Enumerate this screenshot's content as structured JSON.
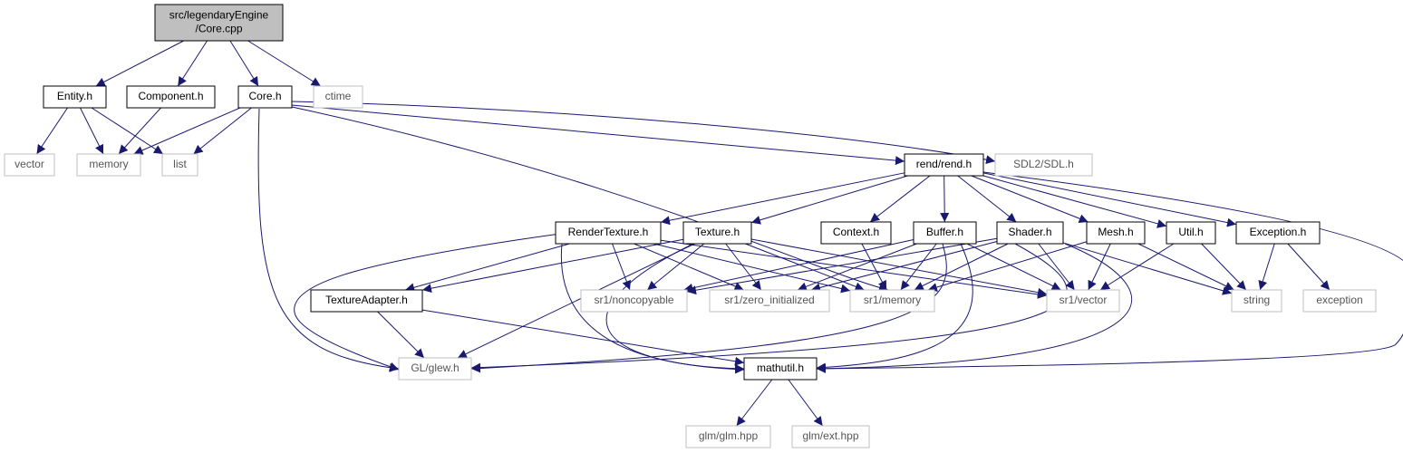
{
  "colors": {
    "edge": "#191970",
    "box_border_project": "#000000",
    "box_border_external": "#bfbfbf",
    "box_fill_root": "#bfbfbf",
    "box_fill": "#ffffff",
    "label_project": "#000000",
    "label_external": "#555555"
  },
  "nodes": [
    {
      "id": "core_cpp",
      "label": [
        "src/legendaryEngine",
        "/Core.cpp"
      ],
      "kind": "root"
    },
    {
      "id": "entity_h",
      "label": [
        "Entity.h"
      ],
      "kind": "project"
    },
    {
      "id": "component_h",
      "label": [
        "Component.h"
      ],
      "kind": "project"
    },
    {
      "id": "core_h",
      "label": [
        "Core.h"
      ],
      "kind": "project"
    },
    {
      "id": "ctime",
      "label": [
        "ctime"
      ],
      "kind": "external"
    },
    {
      "id": "vector",
      "label": [
        "vector"
      ],
      "kind": "external"
    },
    {
      "id": "memory",
      "label": [
        "memory"
      ],
      "kind": "external"
    },
    {
      "id": "list",
      "label": [
        "list"
      ],
      "kind": "external"
    },
    {
      "id": "rend_h",
      "label": [
        "rend/rend.h"
      ],
      "kind": "project"
    },
    {
      "id": "sdl_h",
      "label": [
        "SDL2/SDL.h"
      ],
      "kind": "external"
    },
    {
      "id": "rendertexture_h",
      "label": [
        "RenderTexture.h"
      ],
      "kind": "project"
    },
    {
      "id": "texture_h",
      "label": [
        "Texture.h"
      ],
      "kind": "project"
    },
    {
      "id": "context_h",
      "label": [
        "Context.h"
      ],
      "kind": "project"
    },
    {
      "id": "buffer_h",
      "label": [
        "Buffer.h"
      ],
      "kind": "project"
    },
    {
      "id": "shader_h",
      "label": [
        "Shader.h"
      ],
      "kind": "project"
    },
    {
      "id": "mesh_h",
      "label": [
        "Mesh.h"
      ],
      "kind": "project"
    },
    {
      "id": "util_h",
      "label": [
        "Util.h"
      ],
      "kind": "project"
    },
    {
      "id": "exception_h",
      "label": [
        "Exception.h"
      ],
      "kind": "project"
    },
    {
      "id": "textureadapter_h",
      "label": [
        "TextureAdapter.h"
      ],
      "kind": "project"
    },
    {
      "id": "sr1_noncopyable",
      "label": [
        "sr1/noncopyable"
      ],
      "kind": "external"
    },
    {
      "id": "sr1_zero_initialized",
      "label": [
        "sr1/zero_initialized"
      ],
      "kind": "external"
    },
    {
      "id": "sr1_memory",
      "label": [
        "sr1/memory"
      ],
      "kind": "external"
    },
    {
      "id": "sr1_vector",
      "label": [
        "sr1/vector"
      ],
      "kind": "external"
    },
    {
      "id": "string",
      "label": [
        "string"
      ],
      "kind": "external"
    },
    {
      "id": "exception",
      "label": [
        "exception"
      ],
      "kind": "external"
    },
    {
      "id": "gl_glew_h",
      "label": [
        "GL/glew.h"
      ],
      "kind": "external"
    },
    {
      "id": "mathutil_h",
      "label": [
        "mathutil.h"
      ],
      "kind": "project"
    },
    {
      "id": "glm_glm_hpp",
      "label": [
        "glm/glm.hpp"
      ],
      "kind": "external"
    },
    {
      "id": "glm_ext_hpp",
      "label": [
        "glm/ext.hpp"
      ],
      "kind": "external"
    }
  ],
  "edges": [
    [
      "core_cpp",
      "entity_h"
    ],
    [
      "core_cpp",
      "component_h"
    ],
    [
      "core_cpp",
      "core_h"
    ],
    [
      "core_cpp",
      "ctime"
    ],
    [
      "entity_h",
      "vector"
    ],
    [
      "entity_h",
      "memory"
    ],
    [
      "entity_h",
      "list"
    ],
    [
      "component_h",
      "memory"
    ],
    [
      "core_h",
      "memory"
    ],
    [
      "core_h",
      "list"
    ],
    [
      "core_h",
      "rend_h"
    ],
    [
      "core_h",
      "sdl_h"
    ],
    [
      "core_h",
      "sr1_memory"
    ],
    [
      "core_h",
      "gl_glew_h"
    ],
    [
      "rend_h",
      "rendertexture_h"
    ],
    [
      "rend_h",
      "texture_h"
    ],
    [
      "rend_h",
      "context_h"
    ],
    [
      "rend_h",
      "buffer_h"
    ],
    [
      "rend_h",
      "shader_h"
    ],
    [
      "rend_h",
      "mesh_h"
    ],
    [
      "rend_h",
      "util_h"
    ],
    [
      "rend_h",
      "exception_h"
    ],
    [
      "rend_h",
      "mathutil_h"
    ],
    [
      "rendertexture_h",
      "textureadapter_h"
    ],
    [
      "rendertexture_h",
      "sr1_noncopyable"
    ],
    [
      "rendertexture_h",
      "sr1_zero_initialized"
    ],
    [
      "rendertexture_h",
      "sr1_memory"
    ],
    [
      "rendertexture_h",
      "sr1_vector"
    ],
    [
      "rendertexture_h",
      "gl_glew_h"
    ],
    [
      "rendertexture_h",
      "mathutil_h"
    ],
    [
      "texture_h",
      "textureadapter_h"
    ],
    [
      "texture_h",
      "sr1_noncopyable"
    ],
    [
      "texture_h",
      "sr1_zero_initialized"
    ],
    [
      "texture_h",
      "sr1_memory"
    ],
    [
      "texture_h",
      "sr1_vector"
    ],
    [
      "texture_h",
      "gl_glew_h"
    ],
    [
      "texture_h",
      "mathutil_h"
    ],
    [
      "context_h",
      "sr1_memory"
    ],
    [
      "buffer_h",
      "sr1_noncopyable"
    ],
    [
      "buffer_h",
      "sr1_zero_initialized"
    ],
    [
      "buffer_h",
      "sr1_memory"
    ],
    [
      "buffer_h",
      "sr1_vector"
    ],
    [
      "buffer_h",
      "gl_glew_h"
    ],
    [
      "buffer_h",
      "mathutil_h"
    ],
    [
      "shader_h",
      "sr1_noncopyable"
    ],
    [
      "shader_h",
      "sr1_zero_initialized"
    ],
    [
      "shader_h",
      "sr1_memory"
    ],
    [
      "shader_h",
      "sr1_vector"
    ],
    [
      "shader_h",
      "string"
    ],
    [
      "shader_h",
      "gl_glew_h"
    ],
    [
      "shader_h",
      "mathutil_h"
    ],
    [
      "mesh_h",
      "sr1_memory"
    ],
    [
      "mesh_h",
      "sr1_vector"
    ],
    [
      "mesh_h",
      "string"
    ],
    [
      "util_h",
      "sr1_vector"
    ],
    [
      "util_h",
      "string"
    ],
    [
      "exception_h",
      "string"
    ],
    [
      "exception_h",
      "exception"
    ],
    [
      "textureadapter_h",
      "gl_glew_h"
    ],
    [
      "textureadapter_h",
      "mathutil_h"
    ],
    [
      "mathutil_h",
      "glm_glm_hpp"
    ],
    [
      "mathutil_h",
      "glm_ext_hpp"
    ]
  ]
}
